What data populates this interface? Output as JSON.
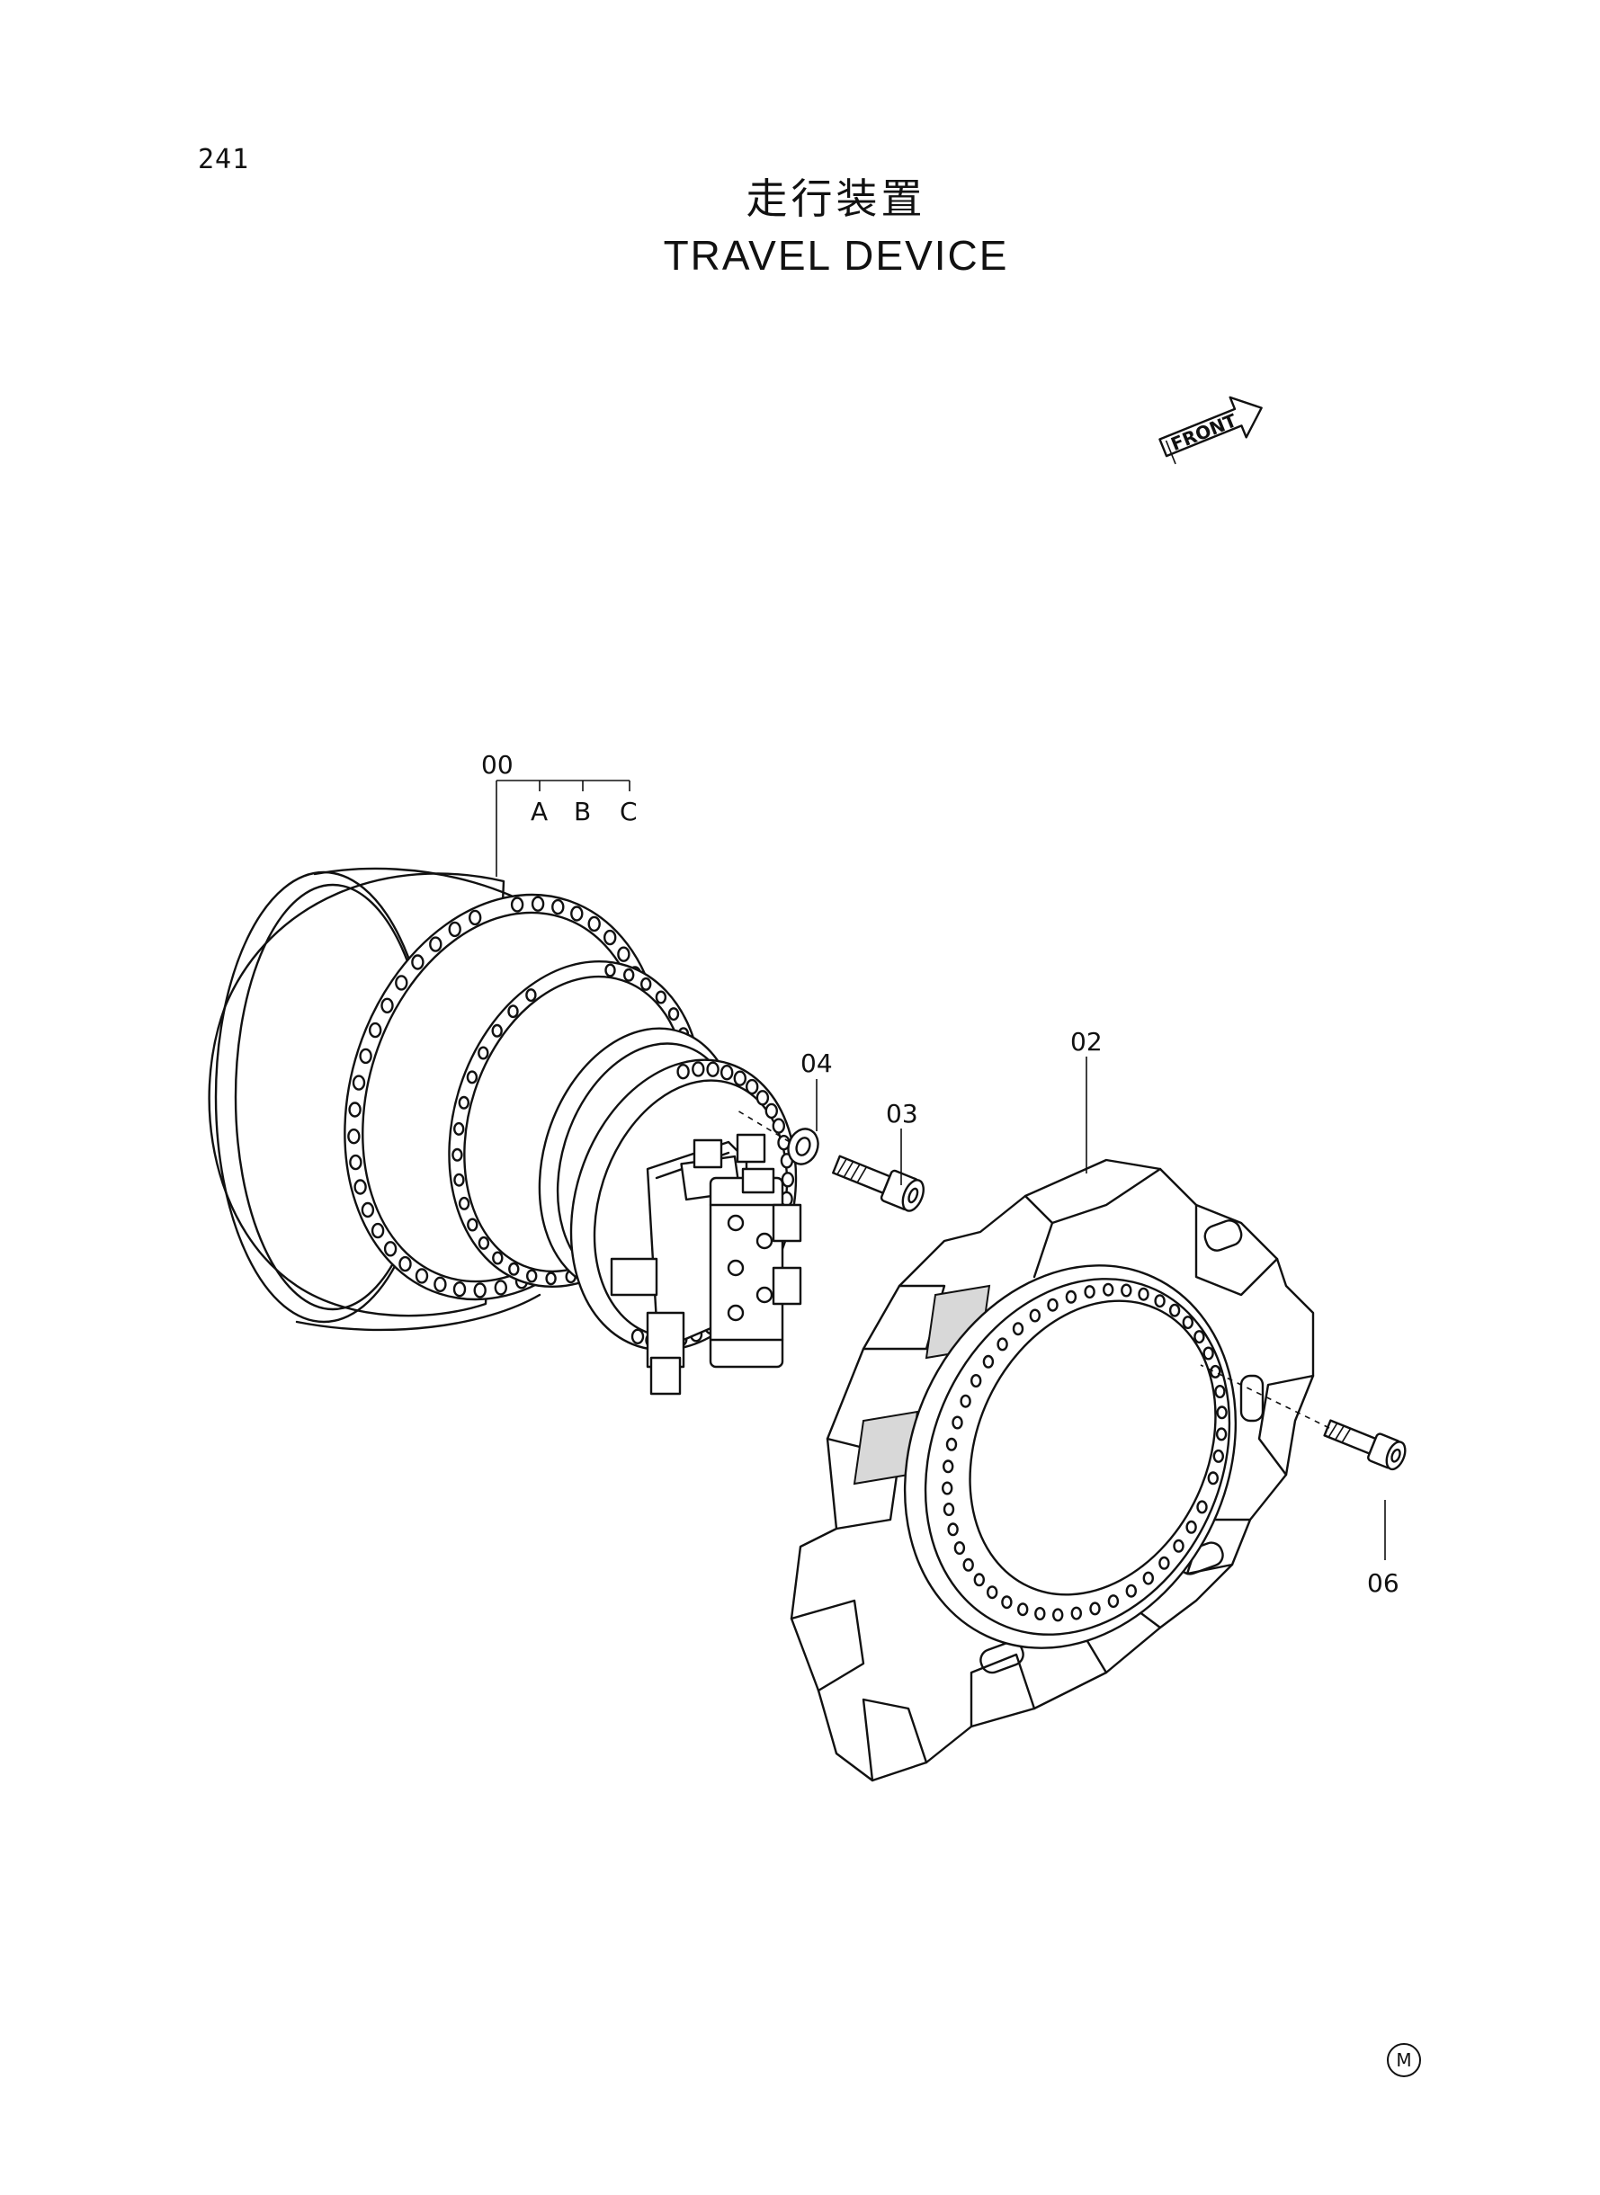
{
  "page": {
    "number": "241",
    "title_jp": "走行装置",
    "title_en": "TRAVEL DEVICE",
    "mark": "M"
  },
  "front_arrow": {
    "label": "FRONT"
  },
  "callouts": {
    "assembly": "00",
    "variant_a": "A",
    "variant_b": "B",
    "variant_c": "C",
    "sprocket": "02",
    "bolt": "03",
    "washer": "04",
    "sprocket_bolt": "06"
  }
}
